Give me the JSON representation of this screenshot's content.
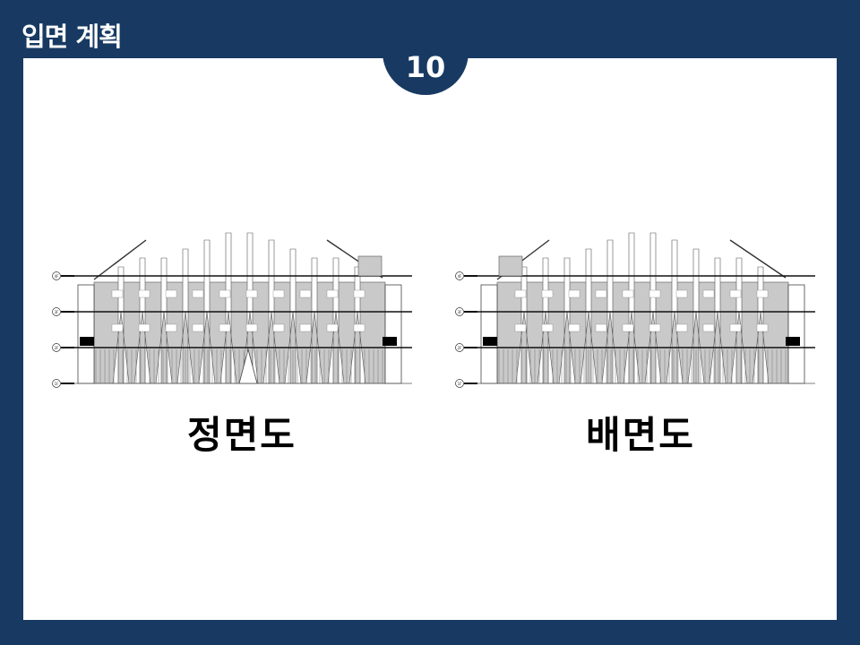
{
  "header": {
    "title": "입면 계획"
  },
  "badge": {
    "page_number": "10"
  },
  "colors": {
    "navy": "#183a62",
    "panel": "#ffffff",
    "fill_gray": "#c9c9c9"
  },
  "drawings": [
    {
      "id": "front",
      "caption": "정면도",
      "level_labels": [
        "4F",
        "3F",
        "2F",
        "1F"
      ]
    },
    {
      "id": "rear",
      "caption": "배면도",
      "level_labels": [
        "4F",
        "3F",
        "2F",
        "1F"
      ]
    }
  ]
}
